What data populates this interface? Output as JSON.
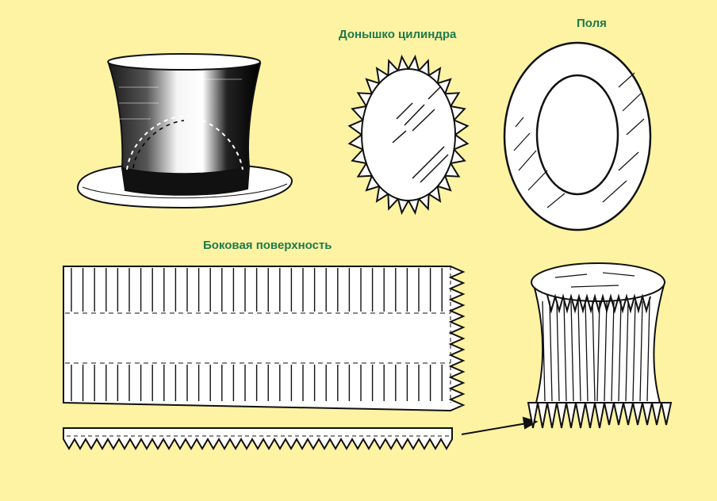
{
  "labels": {
    "bottom": "Донышко цилиндра",
    "brim": "Поля",
    "side": "Боковая поверхность"
  },
  "colors": {
    "background": "#fdf3a3",
    "label": "#1f7a4d",
    "ink": "#111111"
  }
}
